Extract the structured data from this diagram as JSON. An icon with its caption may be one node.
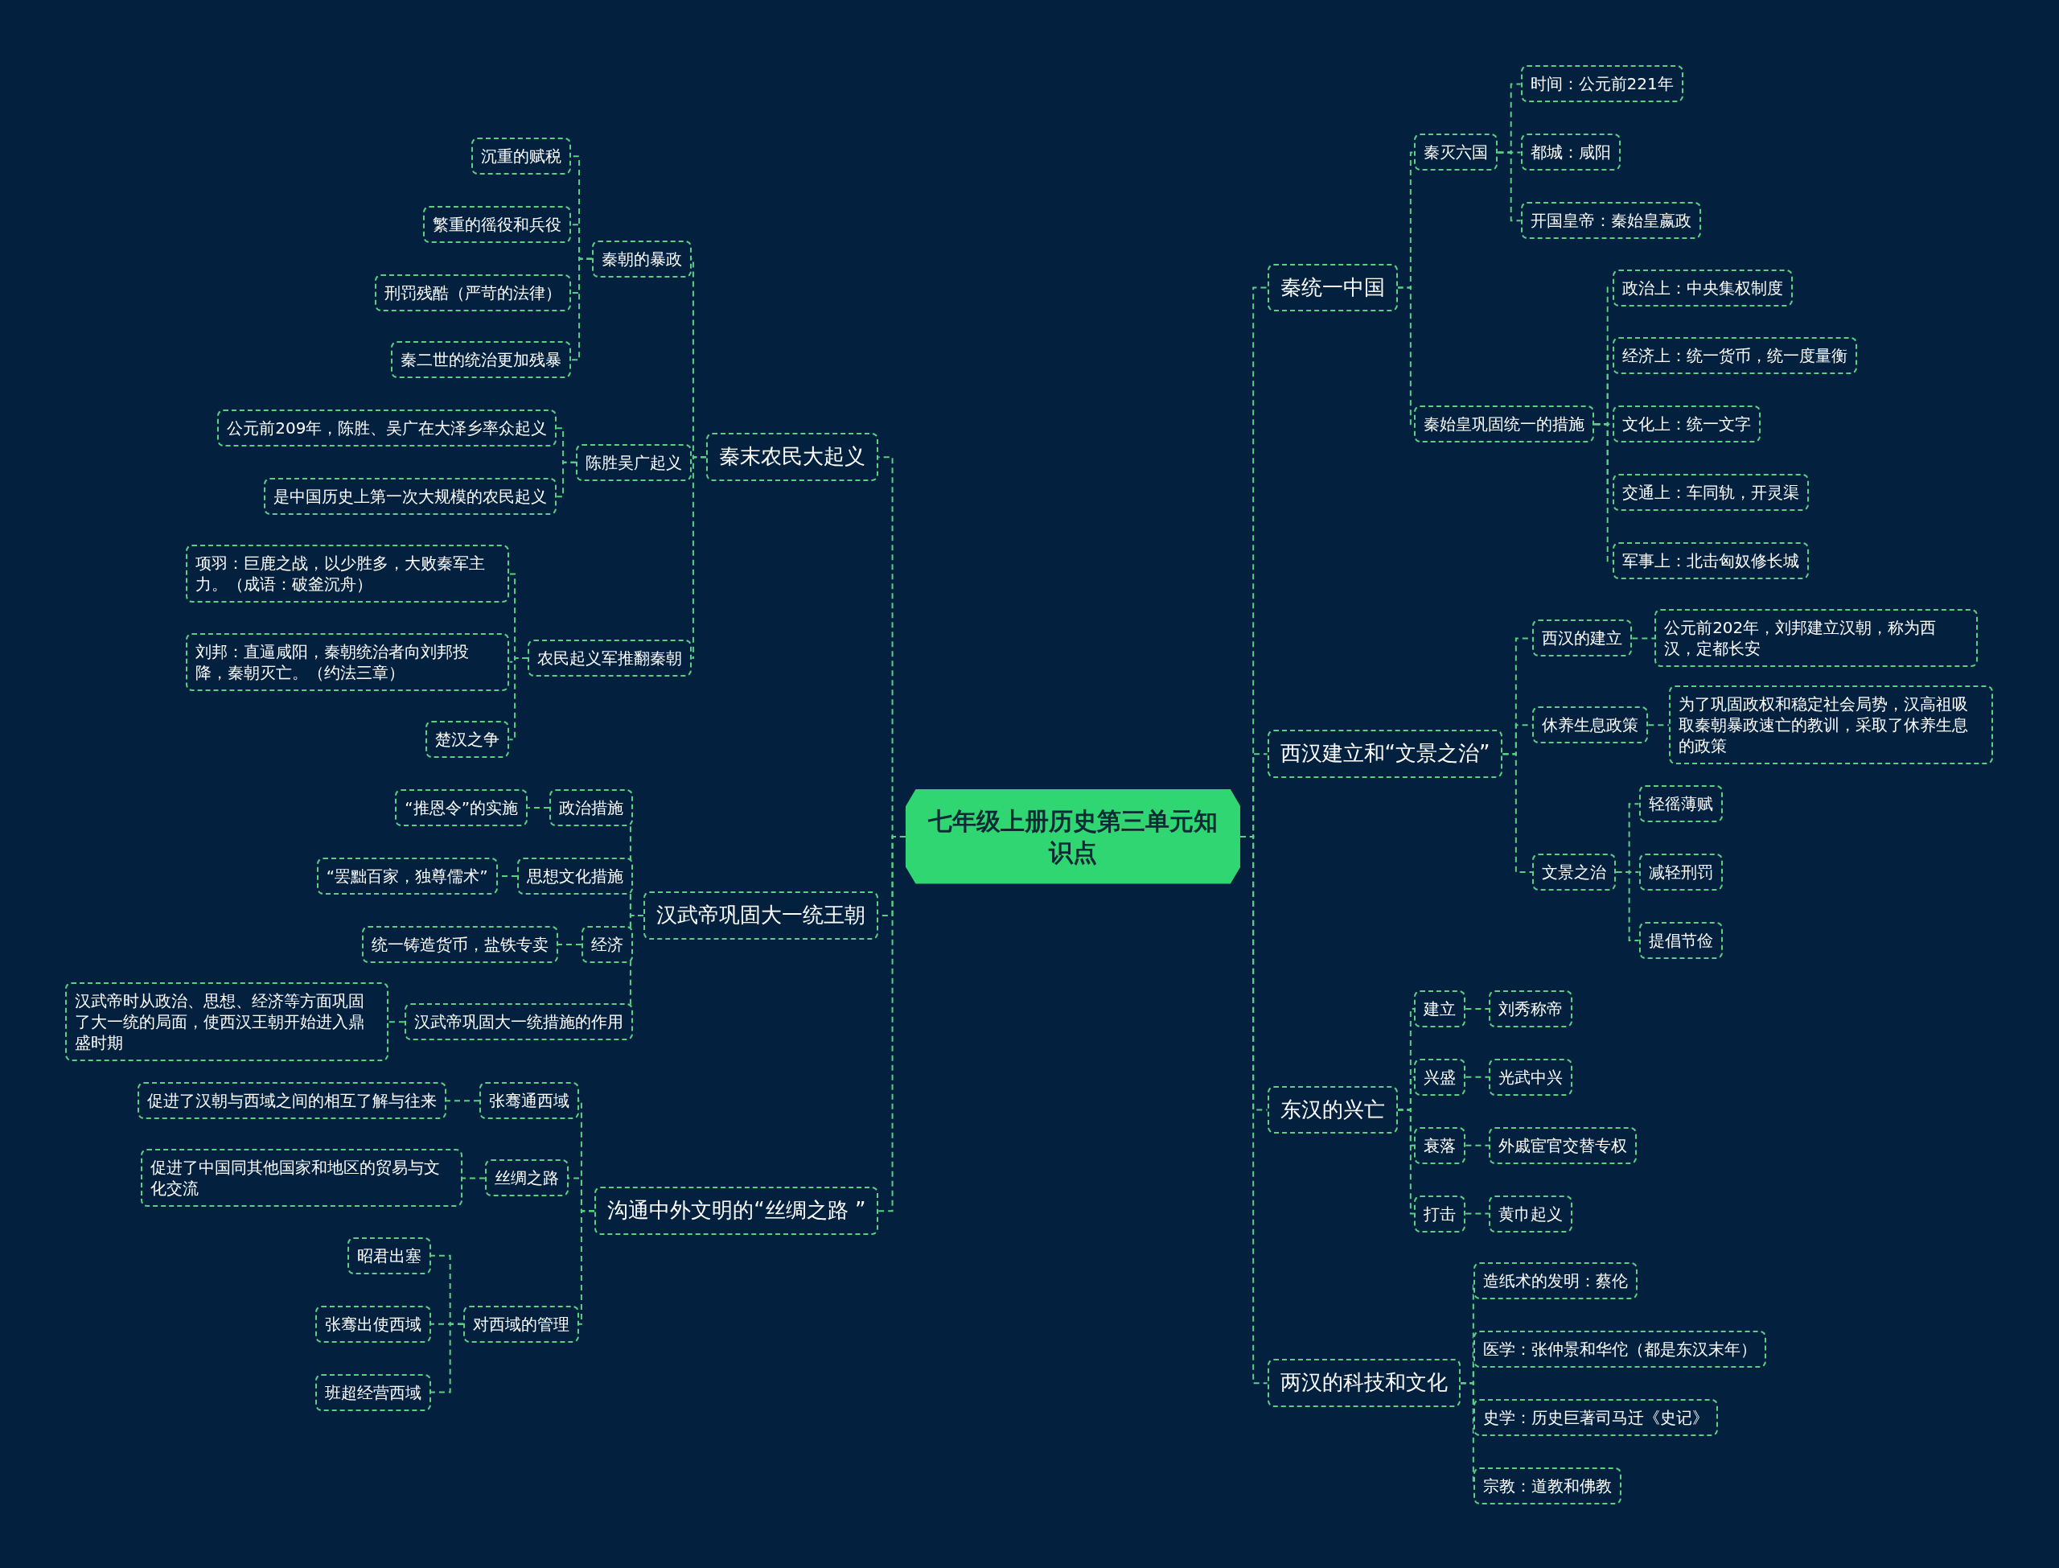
{
  "diagram": {
    "nodes": [
      {
        "text": [
          "七年级上册历史第三单元知识点"
        ]
      },
      {
        "text": [
          "秦统一中国"
        ]
      },
      {
        "text": [
          "秦灭六国"
        ]
      },
      {
        "text": [
          "时间：公元前221年"
        ]
      },
      {
        "text": [
          "都城：咸阳"
        ]
      },
      {
        "text": [
          "开国皇帝：秦始皇嬴政"
        ]
      },
      {
        "text": [
          "秦始皇巩固统一的措施"
        ]
      },
      {
        "text": [
          "政治上：中央集权制度"
        ]
      },
      {
        "text": [
          "经济上：统一货币，统一度量衡"
        ]
      },
      {
        "text": [
          "文化上：统一文字"
        ]
      },
      {
        "text": [
          "交通上：车同轨，开灵渠"
        ]
      },
      {
        "text": [
          "军事上：北击匈奴修长城"
        ]
      },
      {
        "text": [
          "西汉建立和“文景之治”"
        ]
      },
      {
        "text": [
          "西汉的建立"
        ]
      },
      {
        "text": [
          "公元前202年，刘邦建立汉朝，称为西汉，定都长安"
        ]
      },
      {
        "text": [
          "休养生息政策"
        ]
      },
      {
        "text": [
          "为了巩固政权和稳定社会局势，汉高祖吸取秦朝暴政速亡的教训，采取了休养生息的政策"
        ]
      },
      {
        "text": [
          "文景之治"
        ]
      },
      {
        "text": [
          "轻徭薄赋"
        ]
      },
      {
        "text": [
          "减轻刑罚"
        ]
      },
      {
        "text": [
          "提倡节俭"
        ]
      },
      {
        "text": [
          "东汉的兴亡"
        ]
      },
      {
        "text": [
          "建立"
        ]
      },
      {
        "text": [
          "刘秀称帝"
        ]
      },
      {
        "text": [
          "兴盛"
        ]
      },
      {
        "text": [
          "光武中兴"
        ]
      },
      {
        "text": [
          "衰落"
        ]
      },
      {
        "text": [
          "外戚宦官交替专权"
        ]
      },
      {
        "text": [
          "打击"
        ]
      },
      {
        "text": [
          "黄巾起义"
        ]
      },
      {
        "text": [
          "两汉的科技和文化"
        ]
      },
      {
        "text": [
          "造纸术的发明：蔡伦"
        ]
      },
      {
        "text": [
          "医学：张仲景和华佗（都是东汉末年）"
        ]
      },
      {
        "text": [
          "史学：历史巨著司马迁《史记》"
        ]
      },
      {
        "text": [
          "宗教：道教和佛教"
        ]
      },
      {
        "text": [
          "秦末农民大起义"
        ]
      },
      {
        "text": [
          "秦朝的暴政"
        ]
      },
      {
        "text": [
          "沉重的赋税"
        ]
      },
      {
        "text": [
          "繁重的徭役和兵役"
        ]
      },
      {
        "text": [
          "刑罚残酷（严苛的法律）"
        ]
      },
      {
        "text": [
          "秦二世的统治更加残暴"
        ]
      },
      {
        "text": [
          "陈胜吴广起义"
        ]
      },
      {
        "text": [
          "公元前209年，陈胜、吴广在大泽乡率众起义"
        ]
      },
      {
        "text": [
          "是中国历史上第一次大规模的农民起义"
        ]
      },
      {
        "text": [
          "农民起义军推翻秦朝"
        ]
      },
      {
        "text": [
          "项羽：巨鹿之战，以少胜多，大败秦军主力。（成语：破釜沉舟）"
        ]
      },
      {
        "text": [
          "刘邦：直逼咸阳，秦朝统治者向刘邦投降，秦朝灭亡。（约法三章）"
        ]
      },
      {
        "text": [
          "楚汉之争"
        ]
      },
      {
        "text": [
          "汉武帝巩固大一统王朝"
        ]
      },
      {
        "text": [
          "政治措施"
        ]
      },
      {
        "text": [
          "“推恩令”的实施"
        ]
      },
      {
        "text": [
          "思想文化措施"
        ]
      },
      {
        "text": [
          "“罢黜百家，独尊儒术”"
        ]
      },
      {
        "text": [
          "经济"
        ]
      },
      {
        "text": [
          "统一铸造货币，盐铁专卖"
        ]
      },
      {
        "text": [
          "汉武帝巩固大一统措施的作用"
        ]
      },
      {
        "text": [
          "汉武帝时从政治、思想、经济等方面巩固了大一统的局面，使西汉王朝开始进入鼎盛时期"
        ]
      },
      {
        "text": [
          "沟通中外文明的“丝绸之路 ”"
        ]
      },
      {
        "text": [
          "张骞通西域"
        ]
      },
      {
        "text": [
          "促进了汉朝与西域之间的相互了解与往来"
        ]
      },
      {
        "text": [
          "丝绸之路"
        ]
      },
      {
        "text": [
          "促进了中国同其他国家和地区的贸易与文化交流"
        ]
      },
      {
        "text": [
          "对西域的管理"
        ]
      },
      {
        "text": [
          "昭君出塞"
        ]
      },
      {
        "text": [
          "张骞出使西域"
        ]
      },
      {
        "text": [
          "班超经营西域"
        ]
      }
    ],
    "edges": [
      {
        "from": 0,
        "to": 1,
        "arrow": "none"
      },
      {
        "from": 1,
        "to": 2,
        "arrow": "none"
      },
      {
        "from": 2,
        "to": 3,
        "arrow": "none"
      },
      {
        "from": 2,
        "to": 4,
        "arrow": "none"
      },
      {
        "from": 2,
        "to": 5,
        "arrow": "none"
      },
      {
        "from": 1,
        "to": 6,
        "arrow": "none"
      },
      {
        "from": 6,
        "to": 7,
        "arrow": "none"
      },
      {
        "from": 6,
        "to": 8,
        "arrow": "none"
      },
      {
        "from": 6,
        "to": 9,
        "arrow": "none"
      },
      {
        "from": 6,
        "to": 10,
        "arrow": "none"
      },
      {
        "from": 6,
        "to": 11,
        "arrow": "none"
      },
      {
        "from": 0,
        "to": 12,
        "arrow": "none"
      },
      {
        "from": 12,
        "to": 13,
        "arrow": "none"
      },
      {
        "from": 13,
        "to": 14,
        "arrow": "none"
      },
      {
        "from": 12,
        "to": 15,
        "arrow": "none"
      },
      {
        "from": 15,
        "to": 16,
        "arrow": "none"
      },
      {
        "from": 12,
        "to": 17,
        "arrow": "none"
      },
      {
        "from": 17,
        "to": 18,
        "arrow": "none"
      },
      {
        "from": 17,
        "to": 19,
        "arrow": "none"
      },
      {
        "from": 17,
        "to": 20,
        "arrow": "none"
      },
      {
        "from": 0,
        "to": 21,
        "arrow": "none"
      },
      {
        "from": 21,
        "to": 22,
        "arrow": "none"
      },
      {
        "from": 22,
        "to": 23,
        "arrow": "none"
      },
      {
        "from": 21,
        "to": 24,
        "arrow": "none"
      },
      {
        "from": 24,
        "to": 25,
        "arrow": "none"
      },
      {
        "from": 21,
        "to": 26,
        "arrow": "none"
      },
      {
        "from": 26,
        "to": 27,
        "arrow": "none"
      },
      {
        "from": 21,
        "to": 28,
        "arrow": "none"
      },
      {
        "from": 28,
        "to": 29,
        "arrow": "none"
      },
      {
        "from": 0,
        "to": 30,
        "arrow": "none"
      },
      {
        "from": 30,
        "to": 31,
        "arrow": "none"
      },
      {
        "from": 30,
        "to": 32,
        "arrow": "none"
      },
      {
        "from": 30,
        "to": 33,
        "arrow": "none"
      },
      {
        "from": 30,
        "to": 34,
        "arrow": "none"
      },
      {
        "from": 0,
        "to": 35,
        "arrow": "none"
      },
      {
        "from": 35,
        "to": 36,
        "arrow": "none"
      },
      {
        "from": 36,
        "to": 37,
        "arrow": "none"
      },
      {
        "from": 36,
        "to": 38,
        "arrow": "none"
      },
      {
        "from": 36,
        "to": 39,
        "arrow": "none"
      },
      {
        "from": 36,
        "to": 40,
        "arrow": "none"
      },
      {
        "from": 35,
        "to": 41,
        "arrow": "none"
      },
      {
        "from": 41,
        "to": 42,
        "arrow": "none"
      },
      {
        "from": 41,
        "to": 43,
        "arrow": "none"
      },
      {
        "from": 35,
        "to": 44,
        "arrow": "none"
      },
      {
        "from": 44,
        "to": 45,
        "arrow": "none"
      },
      {
        "from": 44,
        "to": 46,
        "arrow": "none"
      },
      {
        "from": 44,
        "to": 47,
        "arrow": "none"
      },
      {
        "from": 0,
        "to": 48,
        "arrow": "none"
      },
      {
        "from": 48,
        "to": 49,
        "arrow": "none"
      },
      {
        "from": 49,
        "to": 50,
        "arrow": "none"
      },
      {
        "from": 48,
        "to": 51,
        "arrow": "none"
      },
      {
        "from": 51,
        "to": 52,
        "arrow": "none"
      },
      {
        "from": 48,
        "to": 53,
        "arrow": "none"
      },
      {
        "from": 53,
        "to": 54,
        "arrow": "none"
      },
      {
        "from": 48,
        "to": 55,
        "arrow": "none"
      },
      {
        "from": 55,
        "to": 56,
        "arrow": "none"
      },
      {
        "from": 0,
        "to": 57,
        "arrow": "none"
      },
      {
        "from": 57,
        "to": 58,
        "arrow": "none"
      },
      {
        "from": 58,
        "to": 59,
        "arrow": "none"
      },
      {
        "from": 57,
        "to": 60,
        "arrow": "none"
      },
      {
        "from": 60,
        "to": 61,
        "arrow": "none"
      },
      {
        "from": 57,
        "to": 62,
        "arrow": "none"
      },
      {
        "from": 62,
        "to": 63,
        "arrow": "none"
      },
      {
        "from": 62,
        "to": 64,
        "arrow": "none"
      },
      {
        "from": 62,
        "to": 65,
        "arrow": "none"
      }
    ]
  }
}
